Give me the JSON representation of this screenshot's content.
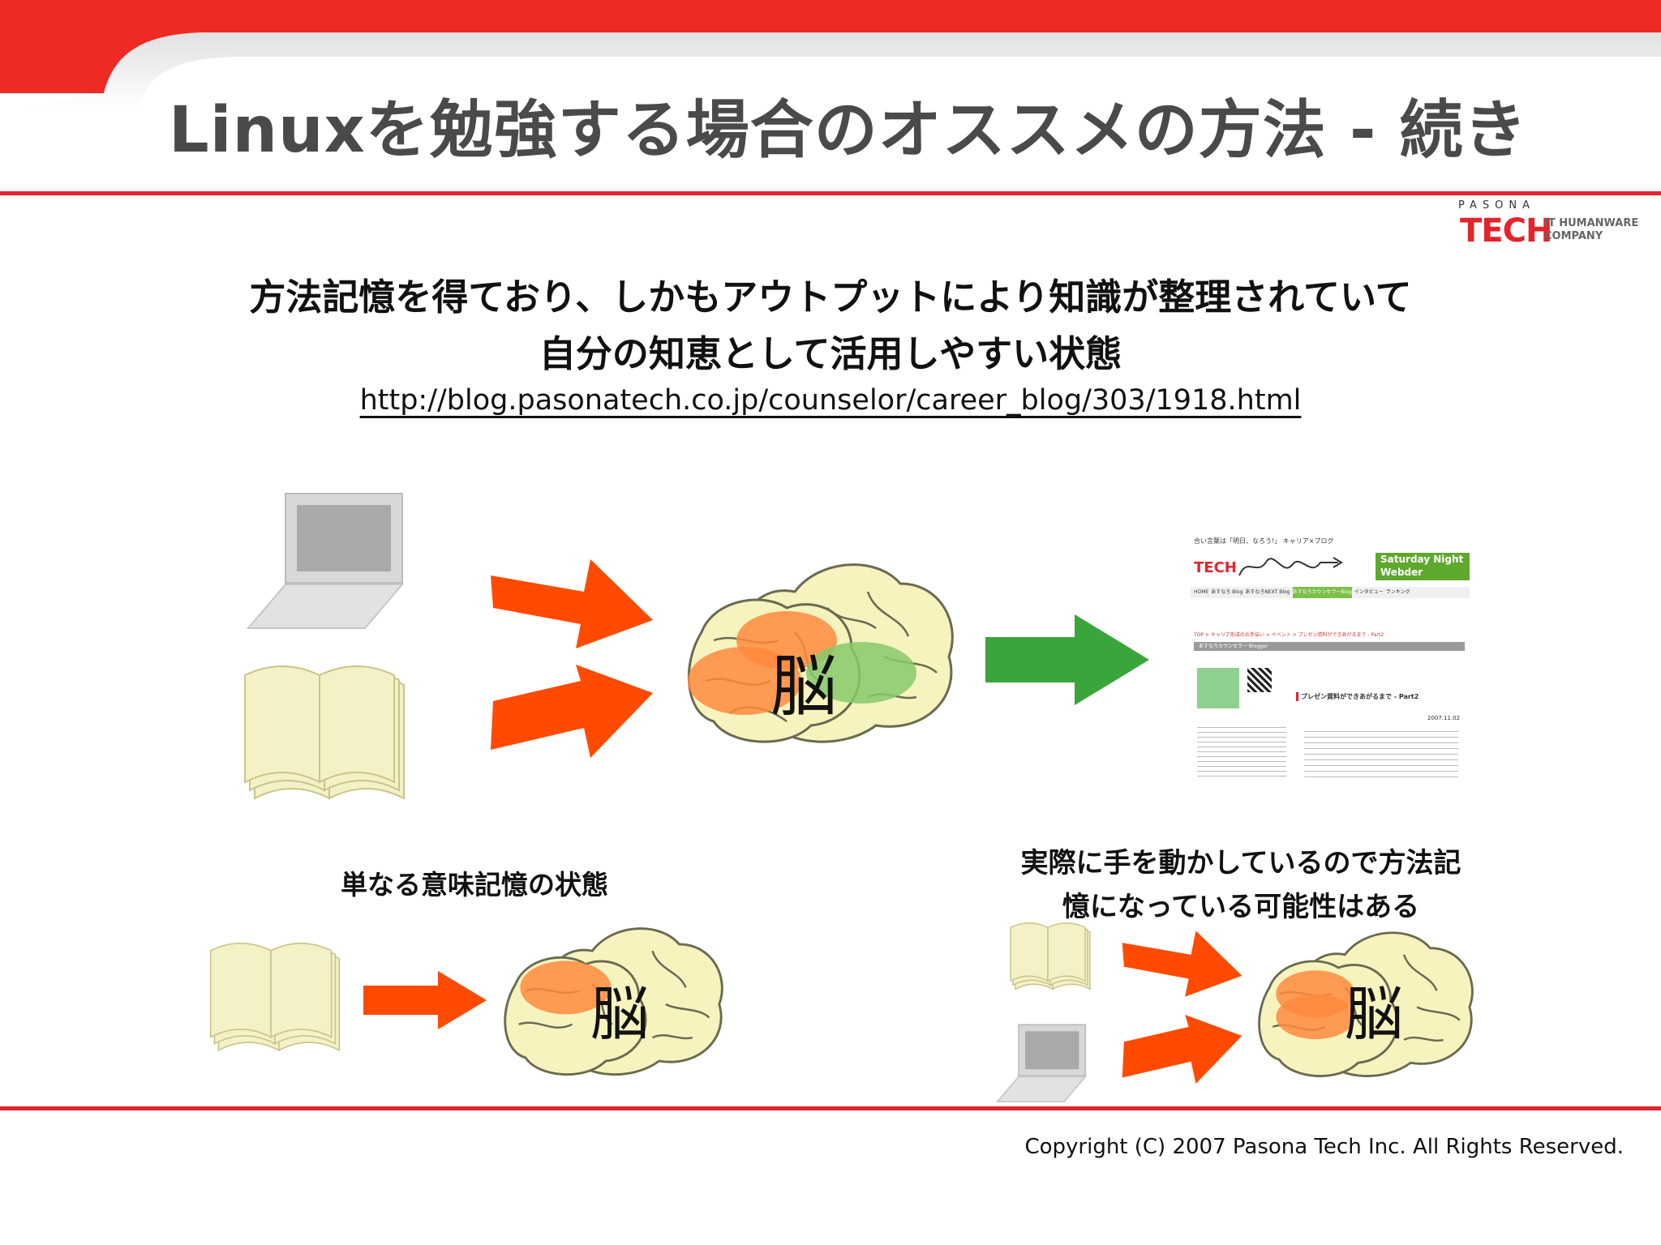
{
  "slide": {
    "title": "Linuxを勉強する場合のオススメの方法 - 続き",
    "summary_line1": "方法記憶を得ており、しかもアウトプットにより知識が整理されていて",
    "summary_line2": "自分の知恵として活用しやすい状態",
    "source_link": "http://blog.pasonatech.co.jp/counselor/career_blog/303/1918.html",
    "semantic_caption": "単なる意味記憶の状態",
    "procedural_caption_1": "実際に手を動かしているので方法記",
    "procedural_caption_2": "憶になっている可能性はある",
    "brain_label": "脳",
    "copyright": "Copyright (C) 2007 Pasona Tech Inc. All Rights Reserved."
  },
  "logo": {
    "top": "PASONA",
    "main": "TECH",
    "sub1": "IT HUMANWARE",
    "sub2": "COMPANY"
  },
  "blog_screenshot": {
    "tagline": "合い言葉は「明日、なろう!」 キャリア×ブログ",
    "brand": "TECH",
    "banner": "Saturday Night Webder",
    "nav": [
      "HOME",
      "あすなろ Blog",
      "あすなろNEXT Blog",
      "あすなろカウンセラーBlog",
      "インタビュー",
      "ランキング"
    ],
    "breadcrumb": "TOP > キャリア形成のお手伝い > イベント > プレゼン資料ができあがるまで - Part2",
    "section": "あすなろカウンセラー Blogger",
    "post_title": "プレゼン資料ができあがるまで - Part2",
    "date": "2007.11.02"
  },
  "colors": {
    "accent_red": "#e3242b",
    "arrow_orange": "#ff4a00",
    "arrow_green": "#3aa53a",
    "brain_fill": "#f6f3bf",
    "book_fill": "#f4f1c6",
    "memory_orange": "#ff8a3d",
    "memory_green": "#86c96a"
  }
}
